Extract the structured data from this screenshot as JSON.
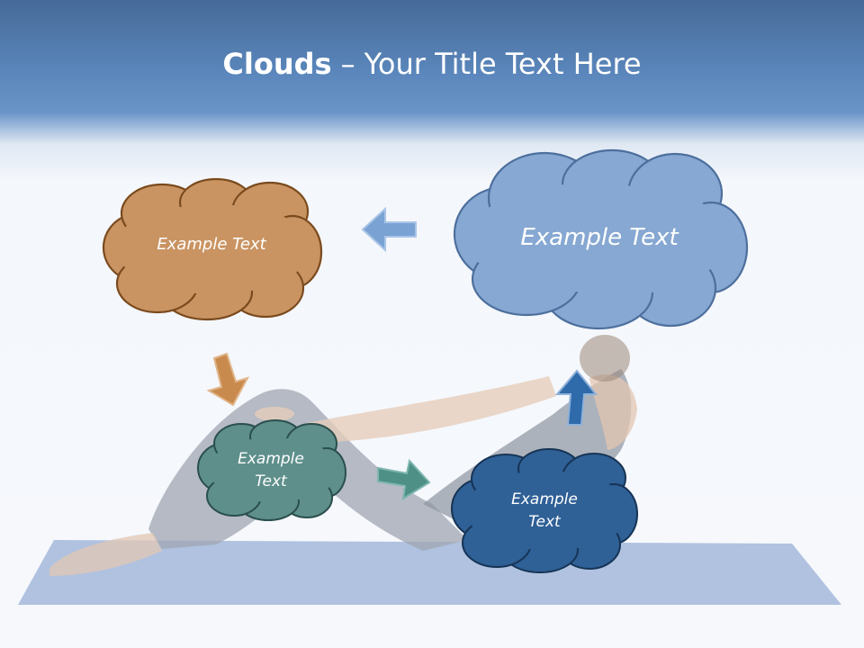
{
  "slide": {
    "title_bold": "Clouds",
    "title_separator": "–",
    "title_rest": "Your Title Text Here"
  },
  "clouds": [
    {
      "id": "orange",
      "text": "Example Text",
      "fill": "#c99462",
      "stroke": "#7a4a1e"
    },
    {
      "id": "light-blue",
      "text": "Example Text",
      "fill": "#86a8d2",
      "stroke": "#4d6f9d"
    },
    {
      "id": "teal",
      "text_line1": "Example",
      "text_line2": "Text",
      "fill": "#5e8f8b",
      "stroke": "#2a4f4c"
    },
    {
      "id": "dark-blue",
      "text_line1": "Example",
      "text_line2": "Text",
      "fill": "#2f6096",
      "stroke": "#163455"
    }
  ],
  "colors": {
    "arrow_left": "#7aa3d4",
    "arrow_down": "#c98a4e",
    "arrow_right": "#4e8f86",
    "arrow_up": "#2f6aaa",
    "mat": "#8fa9cf"
  },
  "icons": [
    "cloud-shape",
    "arrow-left-icon",
    "arrow-down-icon",
    "arrow-right-icon",
    "arrow-up-icon"
  ]
}
